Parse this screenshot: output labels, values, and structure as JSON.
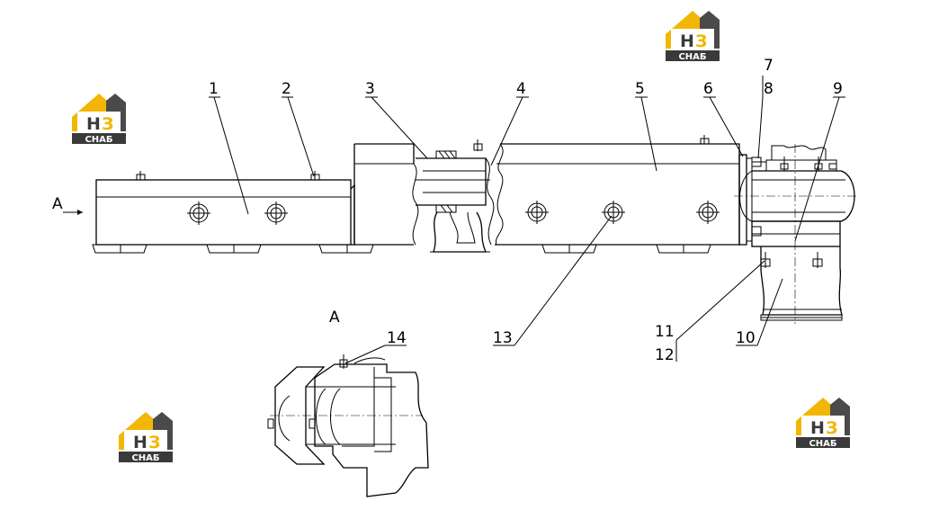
{
  "drawing": {
    "view_arrow_label": "A",
    "detail_view_title": "A",
    "callouts": [
      "1",
      "2",
      "3",
      "4",
      "5",
      "6",
      "7",
      "8",
      "9",
      "10",
      "11",
      "12",
      "13",
      "14"
    ]
  },
  "logo": {
    "mark_h": "Н",
    "mark_3": "З",
    "word": "СНАБ",
    "colors": {
      "yellow": "#f2b705",
      "dark": "#3a3a3a",
      "light": "#ffffff"
    }
  }
}
